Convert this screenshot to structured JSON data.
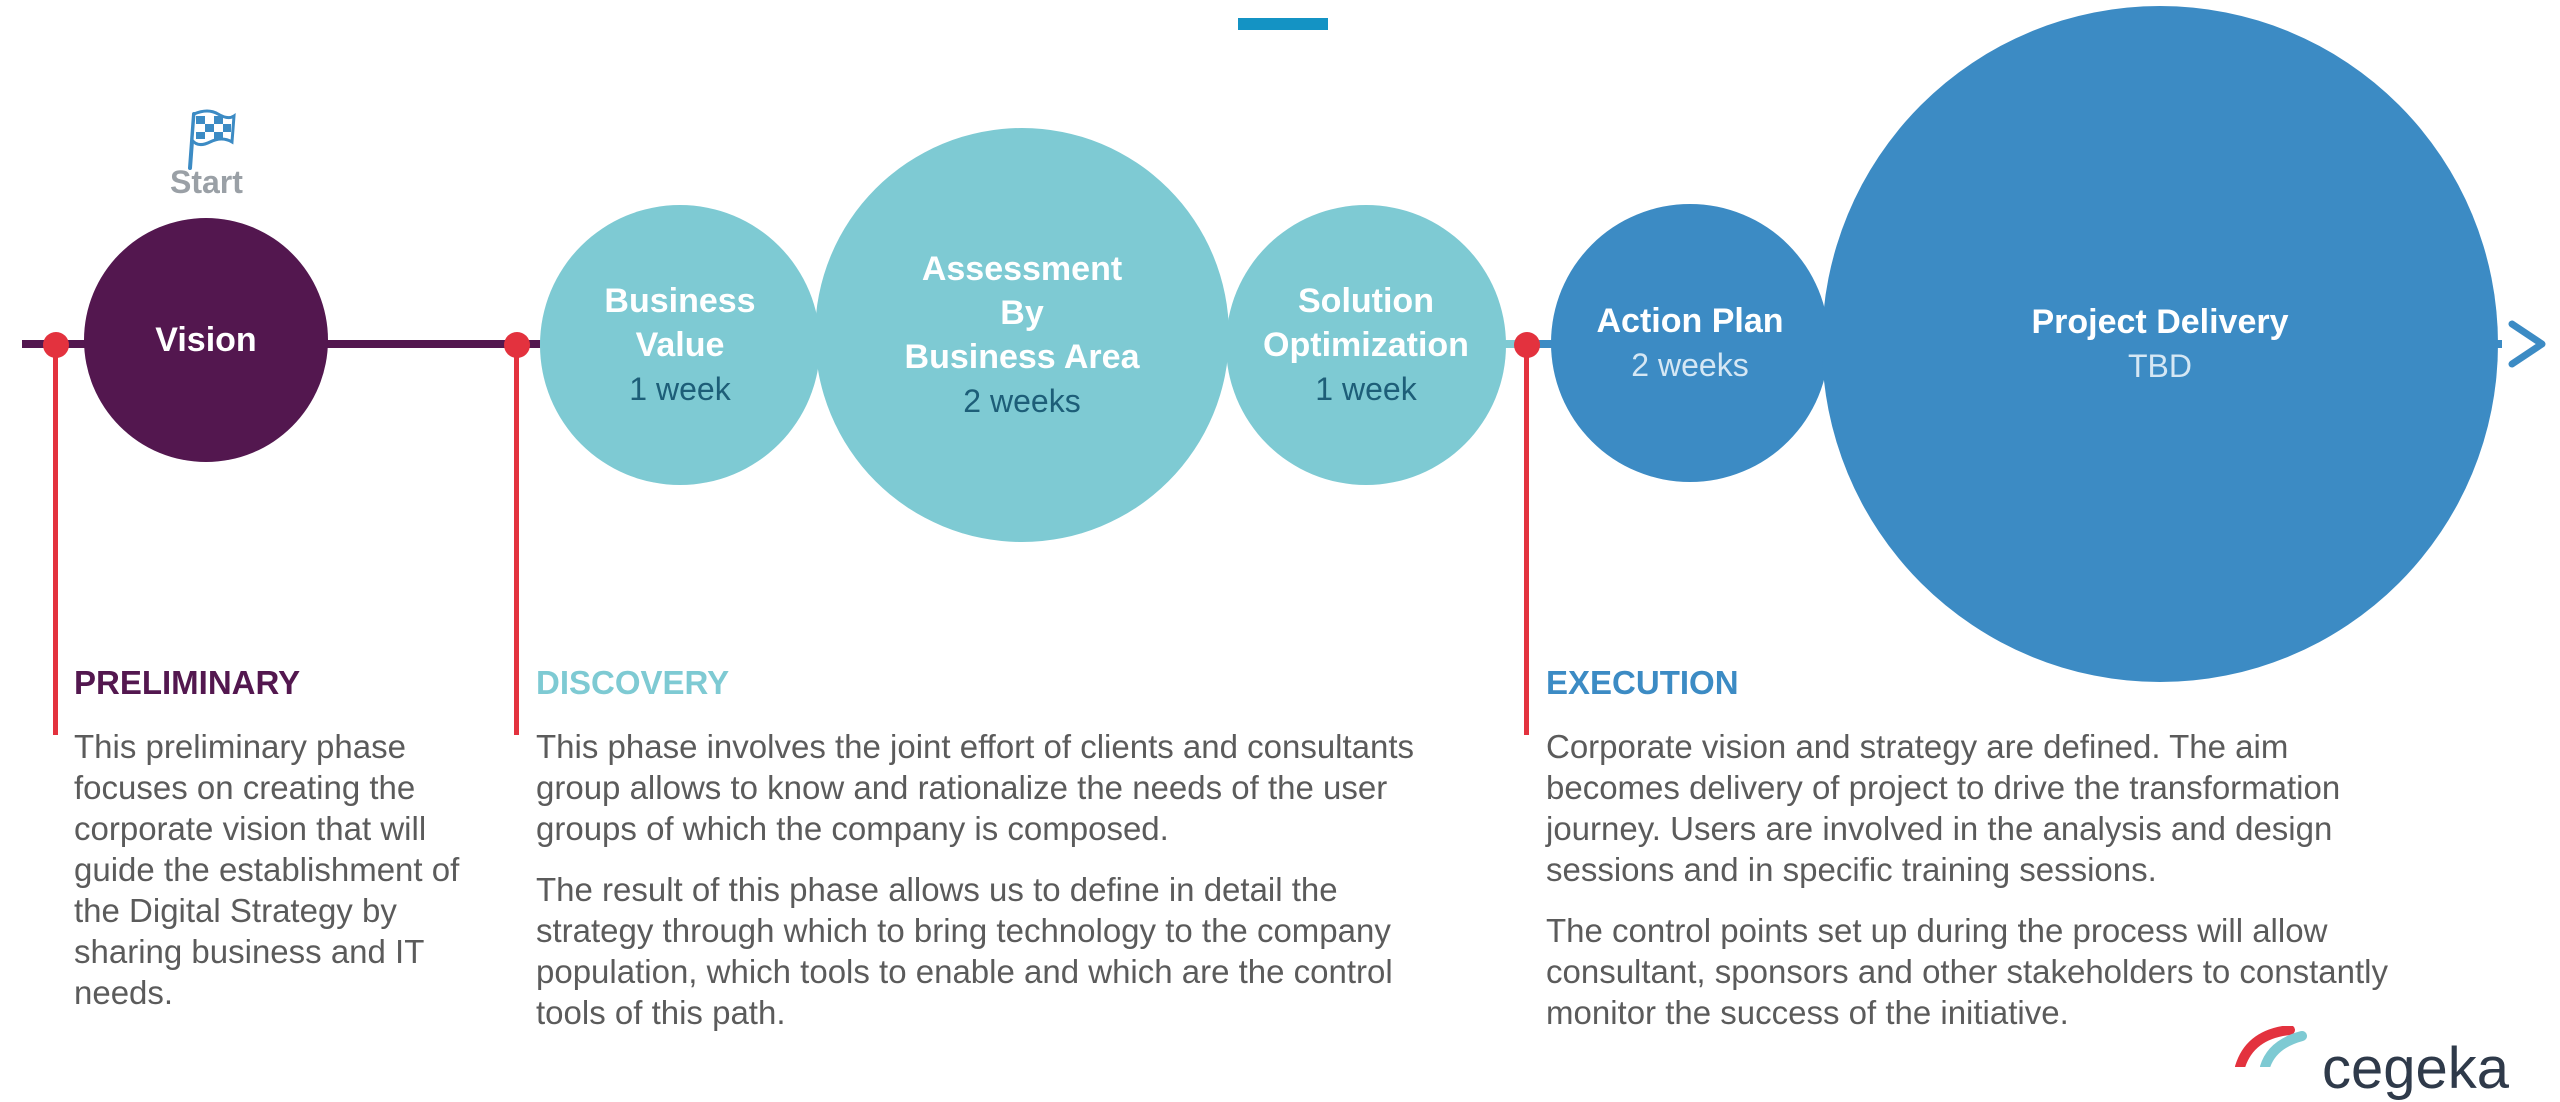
{
  "start_label": "Start",
  "circles": {
    "vision": {
      "title": "Vision"
    },
    "business_value": {
      "title": "Business\nValue",
      "duration": "1 week"
    },
    "assessment": {
      "title": "Assessment\nBy\nBusiness Area",
      "duration": "2 weeks"
    },
    "solution": {
      "title": "Solution\nOptimization",
      "duration": "1 week"
    },
    "action_plan": {
      "title": "Action Plan",
      "duration": "2 weeks"
    },
    "project_delivery": {
      "title": "Project Delivery",
      "duration": "TBD"
    }
  },
  "phases": {
    "preliminary": {
      "title": "PRELIMINARY",
      "text": "This preliminary phase focuses on creating the corporate vision that will guide the establishment of the Digital Strategy by sharing business and IT needs."
    },
    "discovery": {
      "title": "DISCOVERY",
      "p1": "This phase involves the joint effort of clients and consultants group allows to know and rationalize the needs of the user groups of which the company is composed.",
      "p2": "The result of this phase allows us to define in detail the strategy through which to bring technology to the company population, which tools to enable and which are the control tools of this path."
    },
    "execution": {
      "title": "EXECUTION",
      "p1": "Corporate vision and strategy are defined. The aim becomes delivery of project to drive the transformation journey. Users are involved in the analysis and design sessions and in specific training sessions.",
      "p2": "The control points set up during the process will allow consultant, sponsors and other stakeholders to constantly monitor the success of the initiative."
    }
  },
  "logo": {
    "text": "cegeka"
  },
  "colors": {
    "purple": "#53174f",
    "teal": "#7ecad3",
    "blue": "#3c8bc4",
    "red": "#e3323e",
    "phase_discovery": "#7ecad3",
    "phase_execution": "#3c8bc4"
  }
}
